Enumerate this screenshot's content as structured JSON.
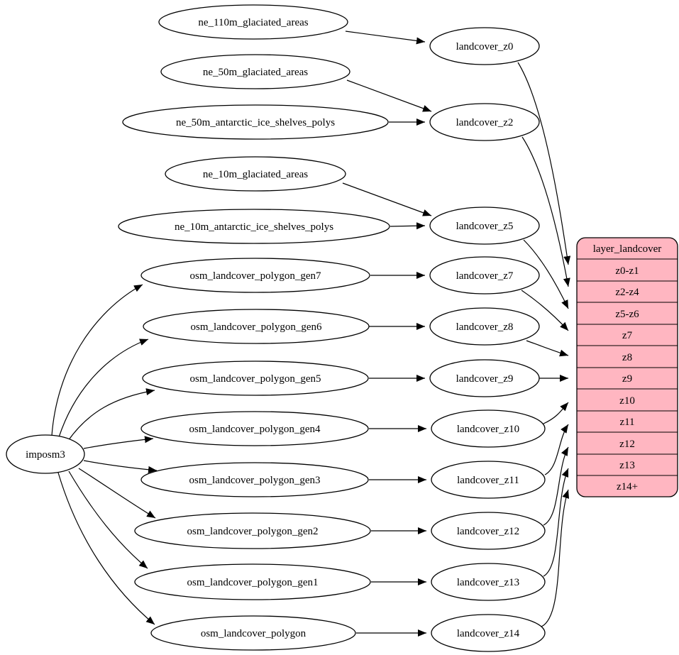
{
  "diagram": {
    "kind": "etl-graph",
    "colors": {
      "background": "#ffffff",
      "node_fill": "#ffffff",
      "node_stroke": "#000000",
      "edge_stroke": "#000000",
      "table_fill": "#ffb6c1",
      "text": "#000000"
    },
    "importer": {
      "label": "imposm3"
    },
    "sources": [
      {
        "label": "ne_110m_glaciated_areas"
      },
      {
        "label": "ne_50m_glaciated_areas"
      },
      {
        "label": "ne_50m_antarctic_ice_shelves_polys"
      },
      {
        "label": "ne_10m_glaciated_areas"
      },
      {
        "label": "ne_10m_antarctic_ice_shelves_polys"
      },
      {
        "label": "osm_landcover_polygon_gen7"
      },
      {
        "label": "osm_landcover_polygon_gen6"
      },
      {
        "label": "osm_landcover_polygon_gen5"
      },
      {
        "label": "osm_landcover_polygon_gen4"
      },
      {
        "label": "osm_landcover_polygon_gen3"
      },
      {
        "label": "osm_landcover_polygon_gen2"
      },
      {
        "label": "osm_landcover_polygon_gen1"
      },
      {
        "label": "osm_landcover_polygon"
      }
    ],
    "generalized": [
      {
        "label": "landcover_z0"
      },
      {
        "label": "landcover_z2"
      },
      {
        "label": "landcover_z5"
      },
      {
        "label": "landcover_z7"
      },
      {
        "label": "landcover_z8"
      },
      {
        "label": "landcover_z9"
      },
      {
        "label": "landcover_z10"
      },
      {
        "label": "landcover_z11"
      },
      {
        "label": "landcover_z12"
      },
      {
        "label": "landcover_z13"
      },
      {
        "label": "landcover_z14"
      }
    ],
    "table": {
      "title": "layer_landcover",
      "rows": [
        "z0-z1",
        "z2-z4",
        "z5-z6",
        "z7",
        "z8",
        "z9",
        "z10",
        "z11",
        "z12",
        "z13",
        "z14+"
      ]
    },
    "edges": [
      {
        "from": "imposm3",
        "to": "osm_landcover_polygon_gen7"
      },
      {
        "from": "imposm3",
        "to": "osm_landcover_polygon_gen6"
      },
      {
        "from": "imposm3",
        "to": "osm_landcover_polygon_gen5"
      },
      {
        "from": "imposm3",
        "to": "osm_landcover_polygon_gen4"
      },
      {
        "from": "imposm3",
        "to": "osm_landcover_polygon_gen3"
      },
      {
        "from": "imposm3",
        "to": "osm_landcover_polygon_gen2"
      },
      {
        "from": "imposm3",
        "to": "osm_landcover_polygon_gen1"
      },
      {
        "from": "imposm3",
        "to": "osm_landcover_polygon"
      },
      {
        "from": "ne_110m_glaciated_areas",
        "to": "landcover_z0"
      },
      {
        "from": "ne_50m_glaciated_areas",
        "to": "landcover_z2"
      },
      {
        "from": "ne_50m_antarctic_ice_shelves_polys",
        "to": "landcover_z2"
      },
      {
        "from": "ne_10m_glaciated_areas",
        "to": "landcover_z5"
      },
      {
        "from": "ne_10m_antarctic_ice_shelves_polys",
        "to": "landcover_z5"
      },
      {
        "from": "osm_landcover_polygon_gen7",
        "to": "landcover_z7"
      },
      {
        "from": "osm_landcover_polygon_gen6",
        "to": "landcover_z8"
      },
      {
        "from": "osm_landcover_polygon_gen5",
        "to": "landcover_z9"
      },
      {
        "from": "osm_landcover_polygon_gen4",
        "to": "landcover_z10"
      },
      {
        "from": "osm_landcover_polygon_gen3",
        "to": "landcover_z11"
      },
      {
        "from": "osm_landcover_polygon_gen2",
        "to": "landcover_z12"
      },
      {
        "from": "osm_landcover_polygon_gen1",
        "to": "landcover_z13"
      },
      {
        "from": "osm_landcover_polygon",
        "to": "landcover_z14"
      },
      {
        "from": "landcover_z0",
        "to": "layer_landcover.z0-z1"
      },
      {
        "from": "landcover_z2",
        "to": "layer_landcover.z2-z4"
      },
      {
        "from": "landcover_z5",
        "to": "layer_landcover.z5-z6"
      },
      {
        "from": "landcover_z7",
        "to": "layer_landcover.z7"
      },
      {
        "from": "landcover_z8",
        "to": "layer_landcover.z8"
      },
      {
        "from": "landcover_z9",
        "to": "layer_landcover.z9"
      },
      {
        "from": "landcover_z10",
        "to": "layer_landcover.z10"
      },
      {
        "from": "landcover_z11",
        "to": "layer_landcover.z11"
      },
      {
        "from": "landcover_z12",
        "to": "layer_landcover.z12"
      },
      {
        "from": "landcover_z13",
        "to": "layer_landcover.z13"
      },
      {
        "from": "landcover_z14",
        "to": "layer_landcover.z14+"
      }
    ]
  }
}
